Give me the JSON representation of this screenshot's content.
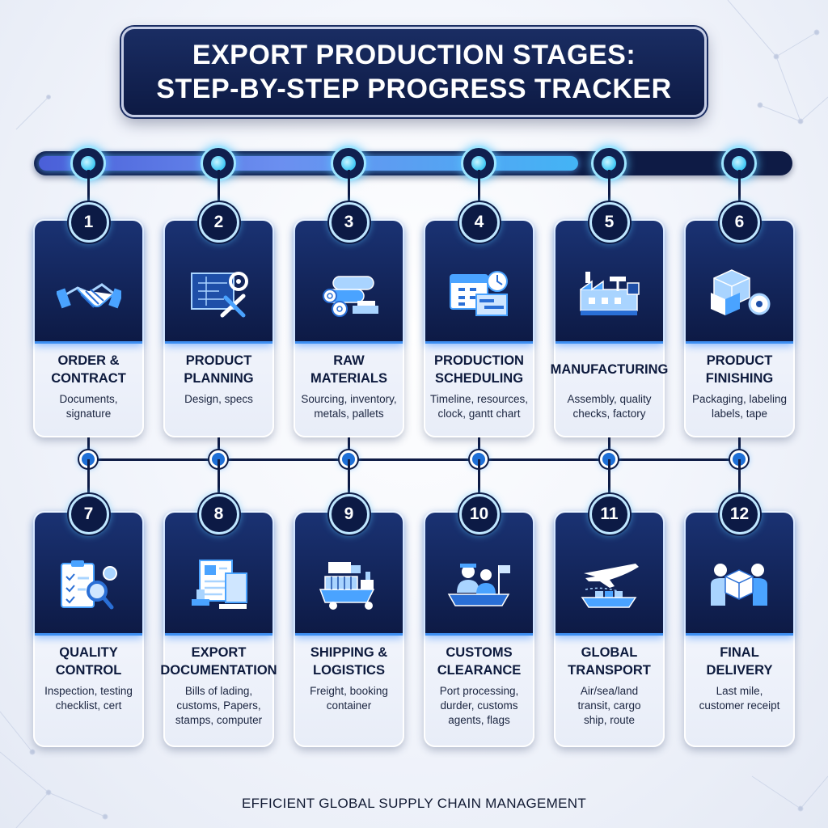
{
  "title": {
    "line1": "EXPORT PRODUCTION STAGES:",
    "line2": "STEP-BY-STEP PROGRESS TRACKER"
  },
  "progress": {
    "nodes_total": 6,
    "fill_fraction": 0.72
  },
  "stages": [
    {
      "number": "1",
      "title": [
        "ORDER &",
        "CONTRACT"
      ],
      "description": [
        "Documents,",
        "signature"
      ],
      "icon": "handshake-icon"
    },
    {
      "number": "2",
      "title": [
        "PRODUCT",
        "PLANNING"
      ],
      "description": [
        "Design, specs"
      ],
      "icon": "blueprint-icon"
    },
    {
      "number": "3",
      "title": [
        "RAW",
        "MATERIALS"
      ],
      "description": [
        "Sourcing, inventory,",
        "metals, pallets"
      ],
      "icon": "logs-icon"
    },
    {
      "number": "4",
      "title": [
        "PRODUCTION",
        "SCHEDULING"
      ],
      "description": [
        "Timeline, resources,",
        "clock, gantt chart"
      ],
      "icon": "calendar-icon"
    },
    {
      "number": "5",
      "title": [
        "MANUFACTURING"
      ],
      "description": [
        "Assembly, quality",
        "checks, factory"
      ],
      "icon": "factory-icon"
    },
    {
      "number": "6",
      "title": [
        "PRODUCT",
        "FINISHING"
      ],
      "description": [
        "Packaging, labeling",
        "labels, tape"
      ],
      "icon": "boxes-icon"
    },
    {
      "number": "7",
      "title": [
        "QUALITY",
        "CONTROL"
      ],
      "description": [
        "Inspection, testing",
        "checklist, cert"
      ],
      "icon": "checklist-icon"
    },
    {
      "number": "8",
      "title": [
        "EXPORT",
        "DOCUMENTATION"
      ],
      "description": [
        "Bills of lading,",
        "customs, Papers,",
        "stamps, computer"
      ],
      "icon": "documents-icon"
    },
    {
      "number": "9",
      "title": [
        "SHIPPING &",
        "LOGISTICS"
      ],
      "description": [
        "Freight, booking",
        "container"
      ],
      "icon": "truck-icon"
    },
    {
      "number": "10",
      "title": [
        "CUSTOMS",
        "CLEARANCE"
      ],
      "description": [
        "Port processing,",
        "durder, customs",
        "agents, flags"
      ],
      "icon": "officers-icon"
    },
    {
      "number": "11",
      "title": [
        "GLOBAL",
        "TRANSPORT"
      ],
      "description": [
        "Air/sea/land",
        "transit, cargo",
        "ship, route"
      ],
      "icon": "airplane-icon"
    },
    {
      "number": "12",
      "title": [
        "FINAL",
        "DELIVERY"
      ],
      "description": [
        "Last mile,",
        "customer receipt"
      ],
      "icon": "delivery-icon"
    }
  ],
  "footer": "EFFICIENT GLOBAL SUPPLY CHAIN MANAGEMENT"
}
